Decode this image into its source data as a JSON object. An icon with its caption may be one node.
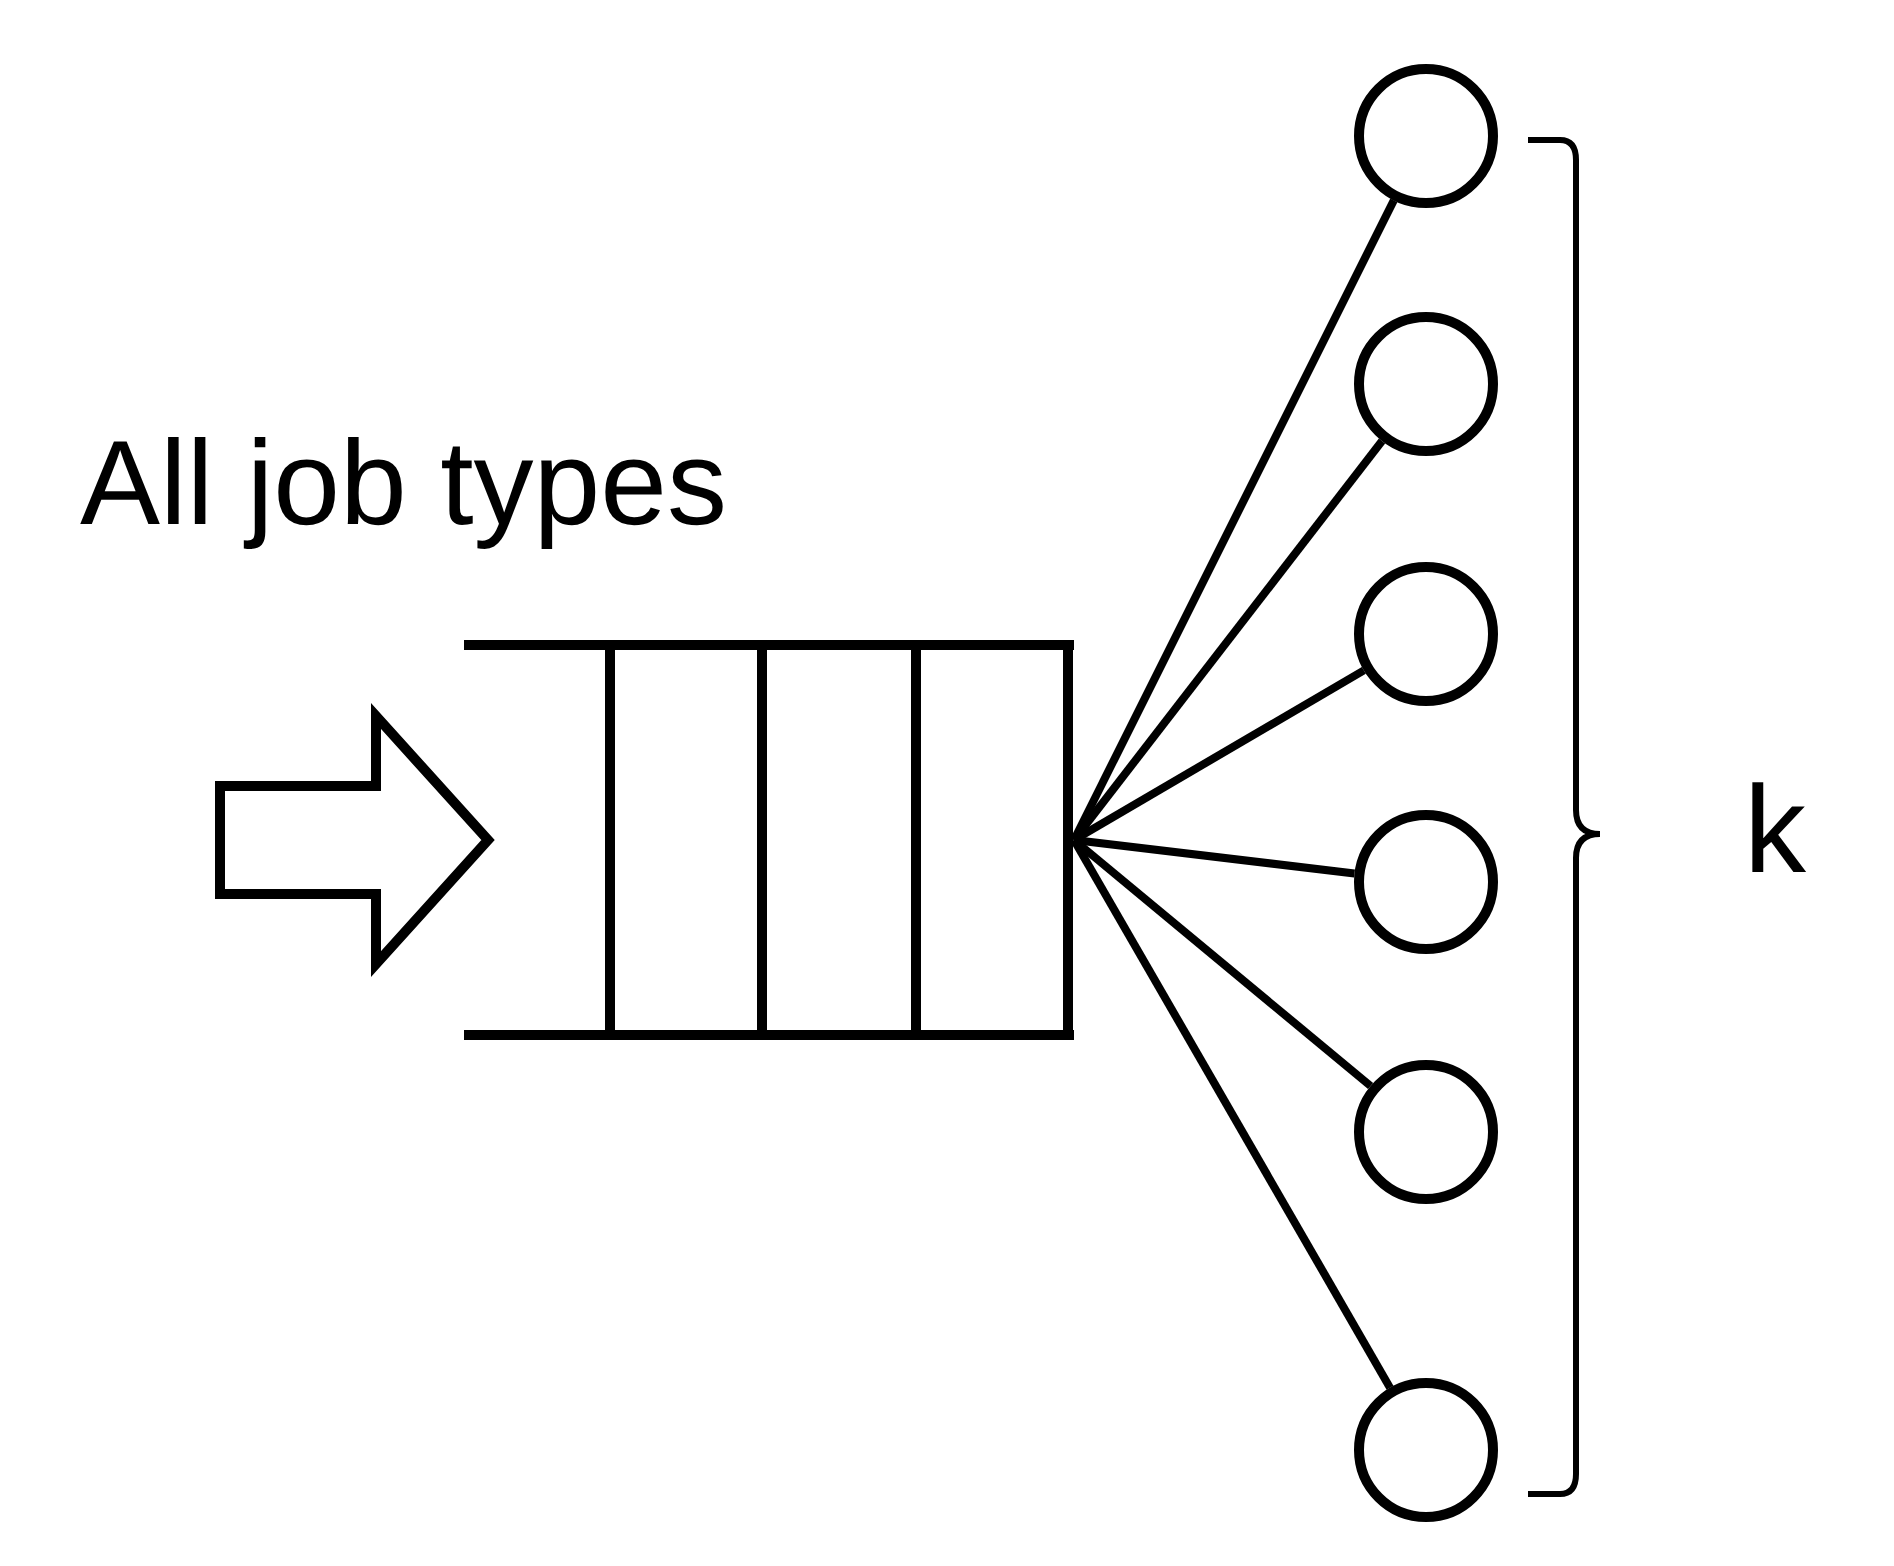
{
  "diagram": {
    "nodes": [
      {
        "text": [],
        "shape": "box"
      },
      {
        "text": [],
        "shape": "circle"
      },
      {
        "text": [],
        "shape": "circle"
      },
      {
        "text": [],
        "shape": "circle"
      },
      {
        "text": [],
        "shape": "circle"
      },
      {
        "text": [],
        "shape": "circle"
      },
      {
        "text": [],
        "shape": "circle"
      }
    ],
    "edges": [
      {
        "from": null,
        "to": 0,
        "arrow": "to",
        "style": "thick"
      },
      {
        "from": 0,
        "to": 1,
        "arrow": "none"
      },
      {
        "from": 0,
        "to": 2,
        "arrow": "none"
      },
      {
        "from": 0,
        "to": 3,
        "arrow": "none"
      },
      {
        "from": 0,
        "to": 4,
        "arrow": "none"
      },
      {
        "from": 0,
        "to": 5,
        "arrow": "none"
      },
      {
        "from": 0,
        "to": 6,
        "arrow": "none"
      }
    ],
    "labels": [
      "All job types",
      "k"
    ]
  }
}
